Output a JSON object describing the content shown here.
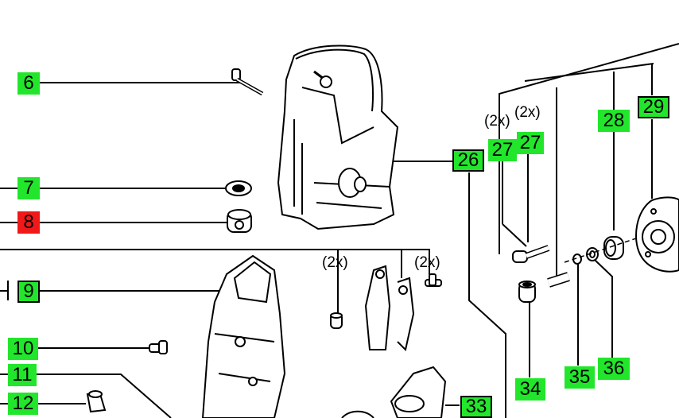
{
  "diagram": {
    "callouts": [
      {
        "id": "6",
        "label": "6",
        "state": "normal"
      },
      {
        "id": "7",
        "label": "7",
        "state": "normal"
      },
      {
        "id": "8",
        "label": "8",
        "state": "selected"
      },
      {
        "id": "9",
        "label": "9",
        "state": "boxed"
      },
      {
        "id": "10",
        "label": "10",
        "state": "normal"
      },
      {
        "id": "11",
        "label": "11",
        "state": "normal"
      },
      {
        "id": "12",
        "label": "12",
        "state": "normal"
      },
      {
        "id": "26",
        "label": "26",
        "state": "boxed"
      },
      {
        "id": "27a",
        "label": "27",
        "state": "normal"
      },
      {
        "id": "27b",
        "label": "27",
        "state": "normal"
      },
      {
        "id": "28",
        "label": "28",
        "state": "normal"
      },
      {
        "id": "29",
        "label": "29",
        "state": "boxed"
      },
      {
        "id": "33",
        "label": "33",
        "state": "boxed"
      },
      {
        "id": "34",
        "label": "34",
        "state": "normal"
      },
      {
        "id": "35",
        "label": "35",
        "state": "normal"
      },
      {
        "id": "36",
        "label": "36",
        "state": "normal"
      }
    ],
    "quantities": {
      "q27a": "(2x)",
      "q27b": "(2x)",
      "qleft": "(2x)",
      "qright": "(2x)"
    },
    "colors": {
      "callout": "#22e62b",
      "selected": "#f01818",
      "line": "#000000"
    }
  }
}
